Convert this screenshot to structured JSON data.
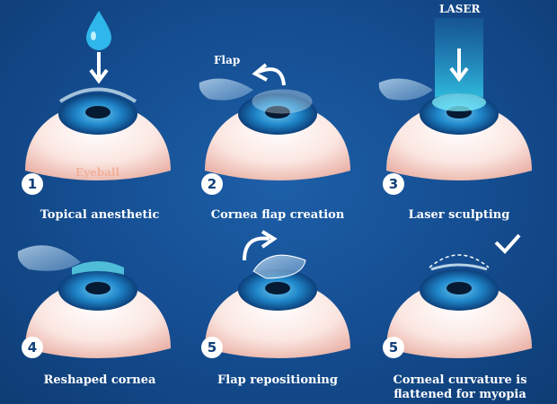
{
  "colors": {
    "background": "#144c8f",
    "eyeball": "#fbe6e1",
    "iris": "#1f86c9",
    "cornea": "#9fe7f0",
    "label": "#ffffff",
    "eyeball_label": "#f0b29a"
  },
  "tags": {
    "laser": "LASER",
    "flap": "Flap",
    "eyeball": "Eyeball"
  },
  "steps": [
    {
      "number": "1",
      "label": "Topical anesthetic"
    },
    {
      "number": "2",
      "label": "Cornea flap creation"
    },
    {
      "number": "3",
      "label": "Laser sculpting"
    },
    {
      "number": "4",
      "label": "Reshaped cornea"
    },
    {
      "number": "5",
      "label": "Flap repositioning"
    },
    {
      "number": "5",
      "label": "Corneal curvature is flattened for myopia"
    }
  ],
  "icons": [
    "drop-icon",
    "down-arrow-icon",
    "curved-arrow-icon",
    "laser-beam-icon",
    "checkmark-icon"
  ]
}
